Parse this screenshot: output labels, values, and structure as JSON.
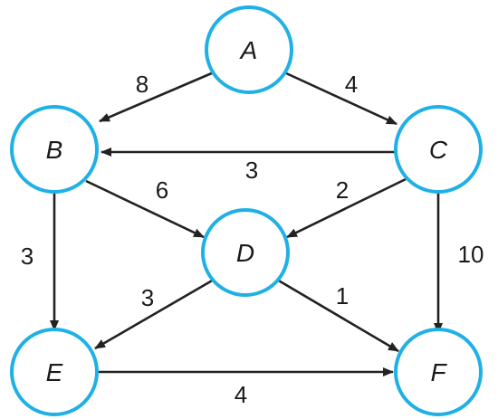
{
  "graph": {
    "nodes": [
      {
        "id": "A",
        "label": "A"
      },
      {
        "id": "B",
        "label": "B"
      },
      {
        "id": "C",
        "label": "C"
      },
      {
        "id": "D",
        "label": "D"
      },
      {
        "id": "E",
        "label": "E"
      },
      {
        "id": "F",
        "label": "F"
      }
    ],
    "edges": [
      {
        "from": "A",
        "to": "B",
        "weight": "8"
      },
      {
        "from": "A",
        "to": "C",
        "weight": "4"
      },
      {
        "from": "C",
        "to": "B",
        "weight": "3"
      },
      {
        "from": "B",
        "to": "D",
        "weight": "6"
      },
      {
        "from": "C",
        "to": "D",
        "weight": "2"
      },
      {
        "from": "B",
        "to": "E",
        "weight": "3"
      },
      {
        "from": "C",
        "to": "F",
        "weight": "10"
      },
      {
        "from": "D",
        "to": "E",
        "weight": "3"
      },
      {
        "from": "D",
        "to": "F",
        "weight": "1"
      },
      {
        "from": "E",
        "to": "F",
        "weight": "4"
      }
    ],
    "colors": {
      "node_stroke": "#1fb0e6",
      "edge": "#222222"
    }
  }
}
